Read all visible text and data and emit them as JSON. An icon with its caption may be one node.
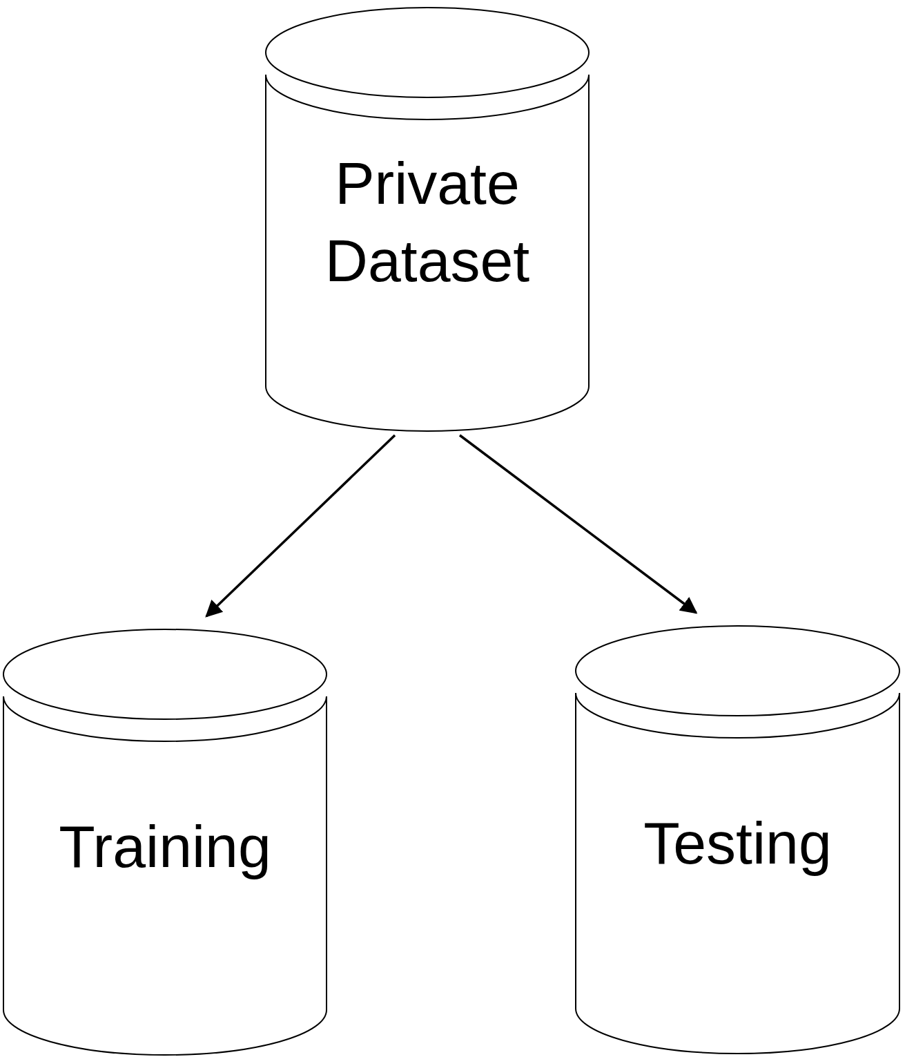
{
  "diagram": {
    "nodes": [
      {
        "text": [
          "Private Dataset"
        ]
      },
      {
        "text": [
          "Training"
        ]
      },
      {
        "text": [
          "Testing"
        ]
      }
    ],
    "edges": [
      {
        "from": 0,
        "to": 1,
        "arrow": "to"
      },
      {
        "from": 0,
        "to": 2,
        "arrow": "to"
      }
    ]
  }
}
